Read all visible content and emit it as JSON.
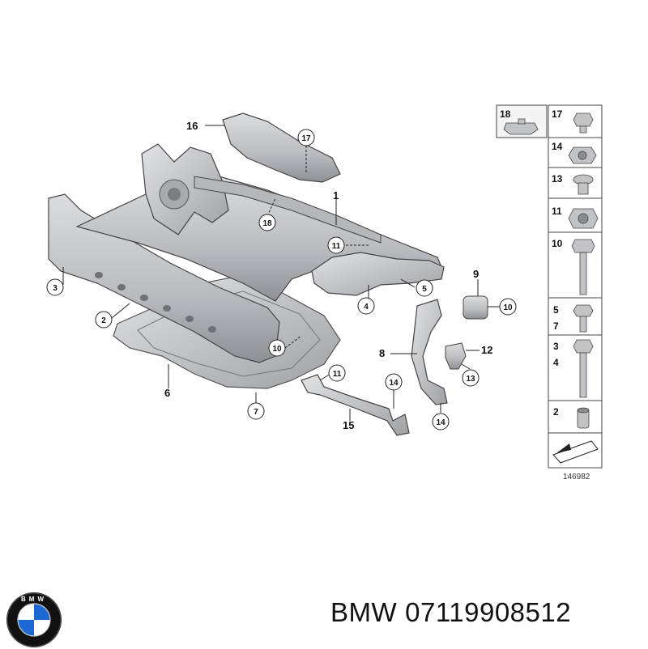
{
  "diagram": {
    "callouts": {
      "c1": "1",
      "c2": "2",
      "c3": "3",
      "c4": "4",
      "c5": "5",
      "c6": "6",
      "c7": "7",
      "c8": "8",
      "c9": "9",
      "c10a": "10",
      "c10b": "10",
      "c11a": "11",
      "c11b": "11",
      "c12": "12",
      "c13": "13",
      "c14a": "14",
      "c14b": "14",
      "c15": "15",
      "c16": "16",
      "c17": "17",
      "c18": "18"
    },
    "legend": {
      "items": [
        "18",
        "17",
        "14",
        "13",
        "11",
        "10",
        "5",
        "7",
        "3",
        "4",
        "2"
      ],
      "drawing_number": "146982"
    }
  },
  "footer": {
    "brand": "BMW",
    "part_number": "07119908512",
    "logo_letters": "BMW"
  },
  "colors": {
    "part_fill": "#c9cacc",
    "part_shade": "#9a9ca0",
    "outline": "#333333",
    "logo_blue": "#1c69d4",
    "logo_ring": "#111111"
  }
}
